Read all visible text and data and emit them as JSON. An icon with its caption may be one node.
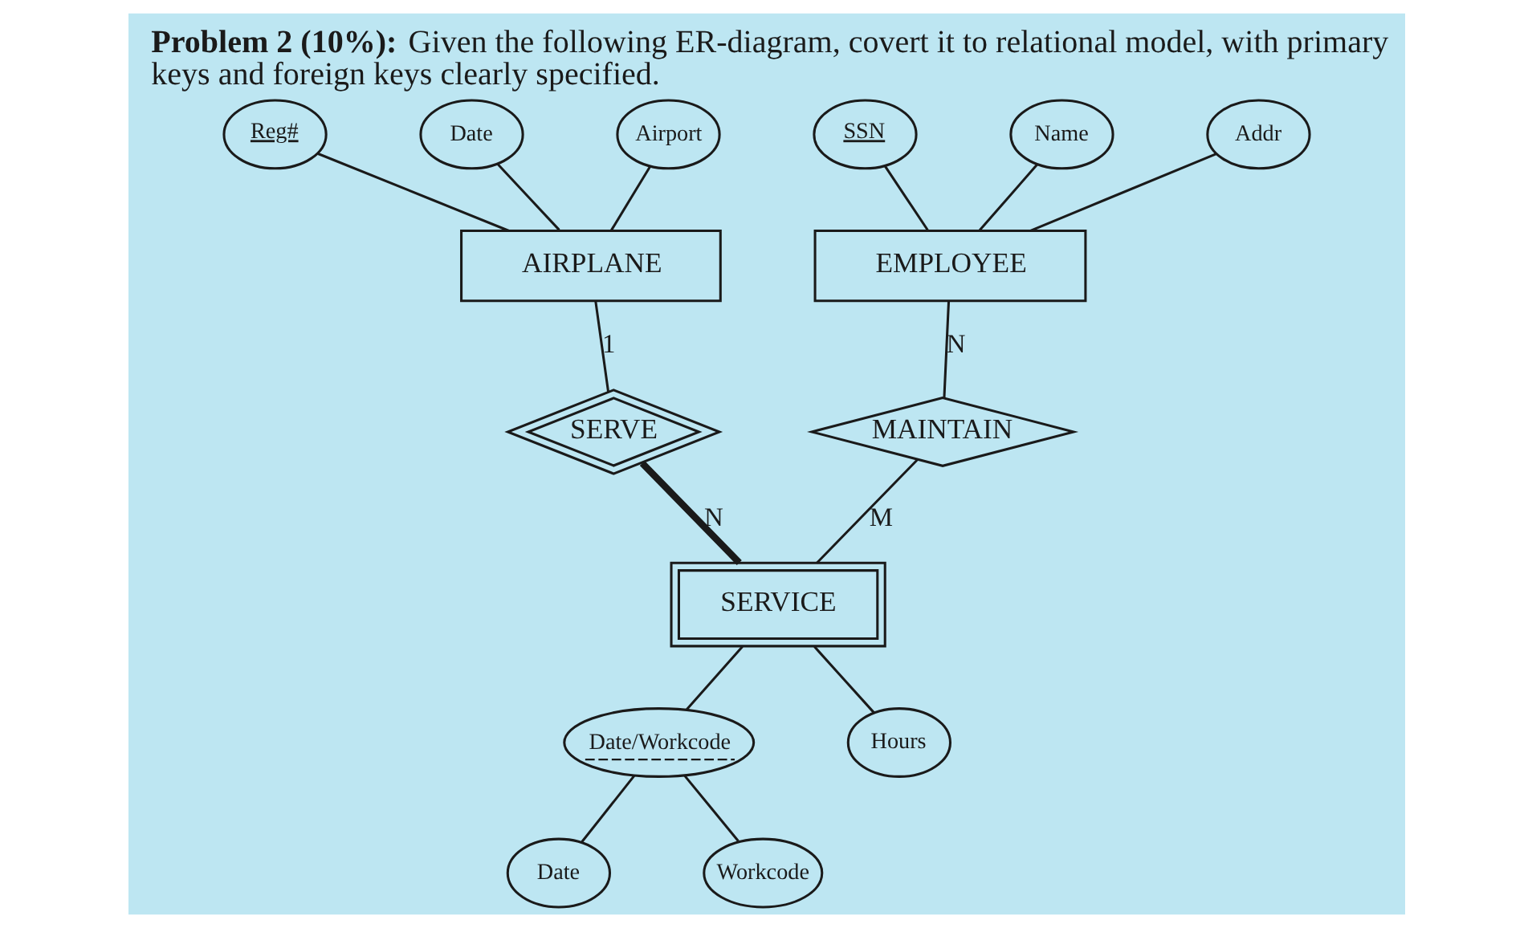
{
  "diagram": {
    "title": "**Problem 2 (10%):** Given the following ER-diagram, covert it to relational model, with primary keys and foreign keys clearly specified.",
    "nodes": [
      {
        "text": [
          "Reg#"
        ]
      },
      {
        "text": [
          "Date"
        ]
      },
      {
        "text": [
          "Airport"
        ]
      },
      {
        "text": [
          "SSN"
        ]
      },
      {
        "text": [
          "Name"
        ]
      },
      {
        "text": [
          "Addr"
        ]
      },
      {
        "text": [
          "AIRPLANE"
        ]
      },
      {
        "text": [
          "EMPLOYEE"
        ]
      },
      {
        "text": [
          "SERVE"
        ]
      },
      {
        "text": [
          "MAINTAIN"
        ]
      },
      {
        "text": [
          "SERVICE"
        ]
      },
      {
        "text": [
          "Hours"
        ]
      },
      {
        "text": [
          "Date/Workcode"
        ]
      },
      {
        "text": [
          "Date"
        ]
      },
      {
        "text": [
          "Workcode"
        ]
      }
    ],
    "edges": [
      {
        "from": 0,
        "to": 6,
        "arrow": "none"
      },
      {
        "from": 1,
        "to": 6,
        "arrow": "none"
      },
      {
        "from": 2,
        "to": 6,
        "arrow": "none"
      },
      {
        "from": 3,
        "to": 7,
        "arrow": "none"
      },
      {
        "from": 4,
        "to": 7,
        "arrow": "none"
      },
      {
        "from": 5,
        "to": 7,
        "arrow": "none"
      },
      {
        "from": 6,
        "to": 8,
        "arrow": "none",
        "label": "1"
      },
      {
        "from": 7,
        "to": 9,
        "arrow": "none",
        "label": "N"
      },
      {
        "from": 8,
        "to": 10,
        "arrow": "none",
        "label": "N",
        "style": "thick"
      },
      {
        "from": 9,
        "to": 10,
        "arrow": "none",
        "label": "M"
      },
      {
        "from": 10,
        "to": 11,
        "arrow": "none"
      },
      {
        "from": 10,
        "to": 12,
        "arrow": "none"
      },
      {
        "from": 12,
        "to": 13,
        "arrow": "none"
      },
      {
        "from": 12,
        "to": 14,
        "arrow": "none"
      }
    ]
  }
}
